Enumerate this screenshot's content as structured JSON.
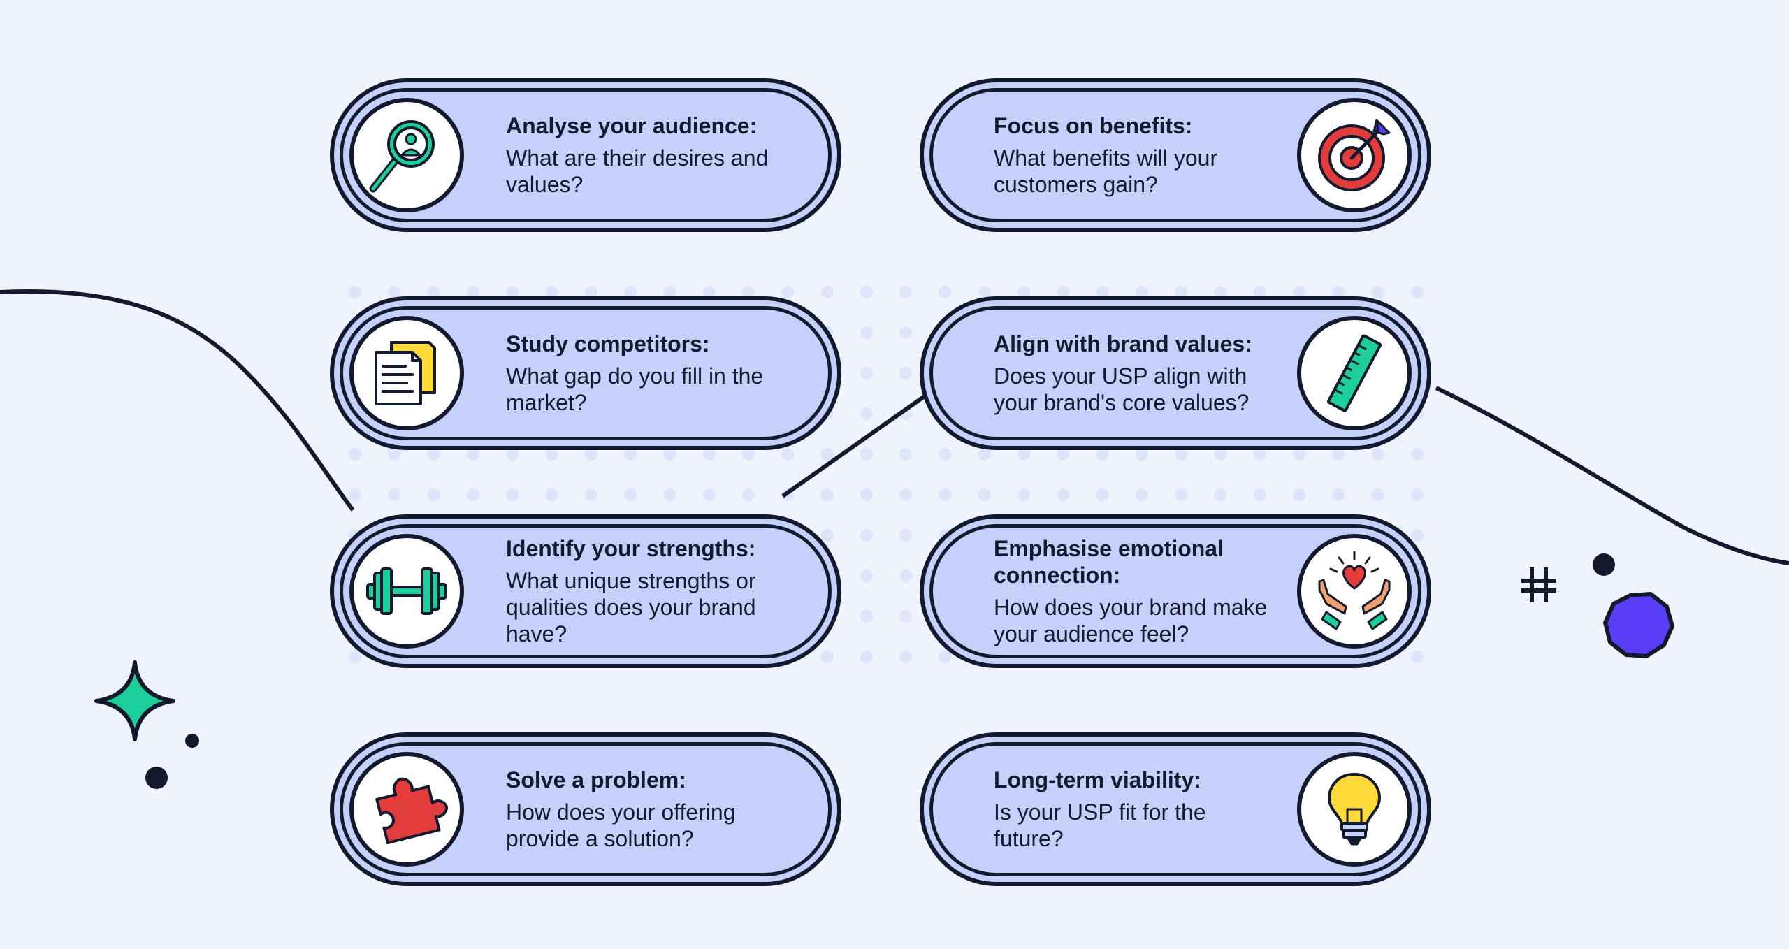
{
  "cards": [
    {
      "title": "Analyse your audience:",
      "text": "What are their desires and values?",
      "icon": "magnifier-person-icon"
    },
    {
      "title": "Focus on benefits:",
      "text": "What benefits will your customers gain?",
      "icon": "target-icon"
    },
    {
      "title": "Study competitors:",
      "text": "What gap do you fill in the market?",
      "icon": "documents-icon"
    },
    {
      "title": "Align with brand values:",
      "text": "Does your USP align with your brand's core values?",
      "icon": "ruler-icon"
    },
    {
      "title": "Identify your strengths:",
      "text": "What unique strengths or qualities does your brand have?",
      "icon": "dumbbell-icon"
    },
    {
      "title": "Emphasise emotional connection:",
      "text": "How does your brand make your audience feel?",
      "icon": "heart-hands-icon"
    },
    {
      "title": "Solve a problem:",
      "text": "How does your offering provide a solution?",
      "icon": "puzzle-piece-icon"
    },
    {
      "title": "Long-term viability:",
      "text": "Is your USP fit for the future?",
      "icon": "lightbulb-icon"
    }
  ],
  "colors": {
    "background": "#eef3fd",
    "card": "#c5d0fb",
    "outline": "#141a2e",
    "teal": "#1ccf9a",
    "red": "#e23c3c",
    "purple": "#5a3df6",
    "yellow": "#ffd93a",
    "dots": "#dde5fb"
  }
}
